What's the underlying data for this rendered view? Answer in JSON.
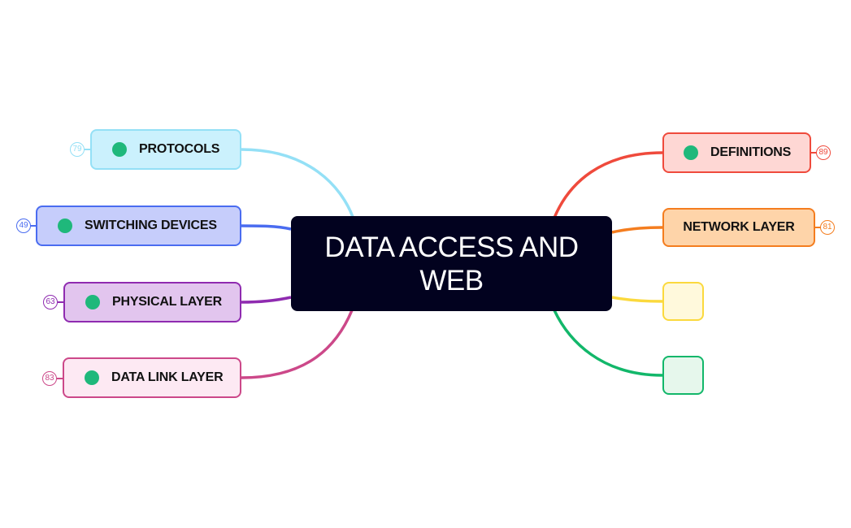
{
  "center": {
    "title": "DATA ACCESS AND WEB"
  },
  "nodes": {
    "protocols": {
      "label": "PROTOCOLS",
      "count": "79",
      "color": "#94e0f6",
      "fill": "#cbf1fd"
    },
    "switching_devices": {
      "label": "SWITCHING DEVICES",
      "count": "49",
      "color": "#4a6cf0",
      "fill": "#c6cdfb"
    },
    "physical_layer": {
      "label": "PHYSICAL LAYER",
      "count": "63",
      "color": "#8f2bb0",
      "fill": "#e2c5ee"
    },
    "data_link_layer": {
      "label": "DATA LINK LAYER",
      "count": "83",
      "color": "#cc4889",
      "fill": "#fde9f3"
    },
    "definitions": {
      "label": "DEFINITIONS",
      "count": "89",
      "color": "#ef4a3c",
      "fill": "#fed7d4"
    },
    "network_layer": {
      "label": "NETWORK LAYER",
      "count": "81",
      "color": "#f47d1f",
      "fill": "#fed4a9"
    },
    "empty_yellow": {
      "label": "",
      "color": "#fbd93d",
      "fill": "#fff9dc"
    },
    "empty_green": {
      "label": "",
      "color": "#12b76a",
      "fill": "#e6f7ec"
    }
  }
}
